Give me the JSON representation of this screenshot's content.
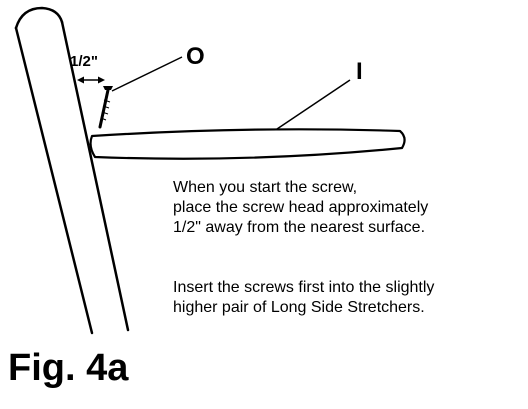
{
  "diagram": {
    "callouts": {
      "screw": "O",
      "stretcher": "I"
    },
    "dimension": "1/2\"",
    "note_start": [
      "When you start the screw,",
      "place the screw head approximately",
      "1/2\" away from the nearest surface."
    ],
    "note_insert": [
      "Insert the screws first into the slightly",
      "higher pair of Long Side Stretchers."
    ],
    "figure_label": "Fig. 4a"
  }
}
